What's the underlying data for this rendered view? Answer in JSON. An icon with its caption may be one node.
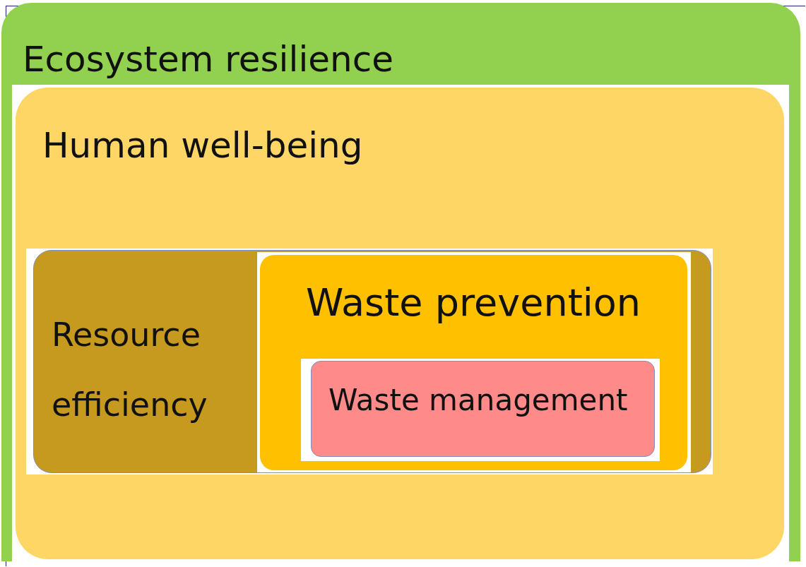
{
  "diagram": {
    "nodes": [
      {
        "text": [
          "Ecosystem resilience"
        ]
      },
      {
        "text": [
          "Human well-being"
        ],
        "in": 0
      },
      {
        "text": [
          "Resource efficiency"
        ],
        "in": 1
      },
      {
        "text": [
          "Waste prevention"
        ],
        "in": 2
      },
      {
        "text": [
          "Waste management"
        ],
        "in": 3
      }
    ]
  }
}
